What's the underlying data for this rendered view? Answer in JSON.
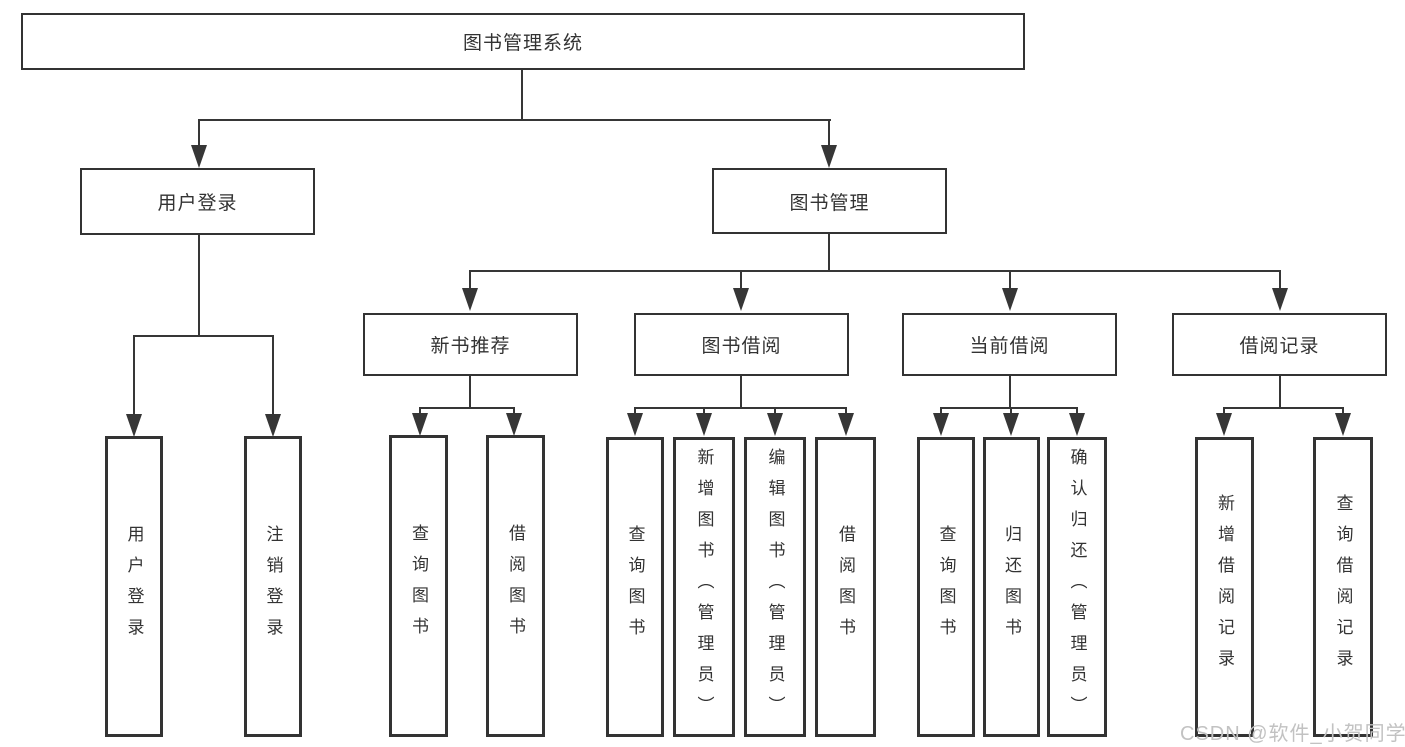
{
  "diagram": {
    "type": "org-tree",
    "title": "图书管理系统",
    "colors": {
      "line": "#363636",
      "border": "#333333",
      "text": "#333333",
      "background": "#ffffff",
      "watermark_text": "#c2c2c2"
    },
    "nodes": {
      "root": {
        "label": "图书管理系统"
      },
      "level2": [
        {
          "label": "用户登录"
        },
        {
          "label": "图书管理"
        }
      ],
      "level3": [
        {
          "label": "新书推荐"
        },
        {
          "label": "图书借阅"
        },
        {
          "label": "当前借阅"
        },
        {
          "label": "借阅记录"
        }
      ],
      "leaves": {
        "login": [
          "用户登录",
          "注销登录"
        ],
        "newbook": [
          "查询图书",
          "借阅图书"
        ],
        "borrow": [
          "查询图书",
          "新增图书（管理员）",
          "编辑图书（管理员）",
          "借阅图书"
        ],
        "current": [
          "查询图书",
          "归还图书",
          "确认归还（管理员）"
        ],
        "records": [
          "新增借阅记录",
          "查询借阅记录"
        ]
      }
    },
    "edges": [
      "图书管理系统 -> 用户登录",
      "图书管理系统 -> 图书管理",
      "用户登录 -> 用户登录",
      "用户登录 -> 注销登录",
      "图书管理 -> 新书推荐",
      "图书管理 -> 图书借阅",
      "图书管理 -> 当前借阅",
      "图书管理 -> 借阅记录",
      "新书推荐 -> 查询图书",
      "新书推荐 -> 借阅图书",
      "图书借阅 -> 查询图书",
      "图书借阅 -> 新增图书（管理员）",
      "图书借阅 -> 编辑图书（管理员）",
      "图书借阅 -> 借阅图书",
      "当前借阅 -> 查询图书",
      "当前借阅 -> 归还图书",
      "当前借阅 -> 确认归还（管理员）",
      "借阅记录 -> 新增借阅记录",
      "借阅记录 -> 查询借阅记录"
    ],
    "watermark": {
      "text": "CSDN @软件_小贺同学"
    }
  }
}
